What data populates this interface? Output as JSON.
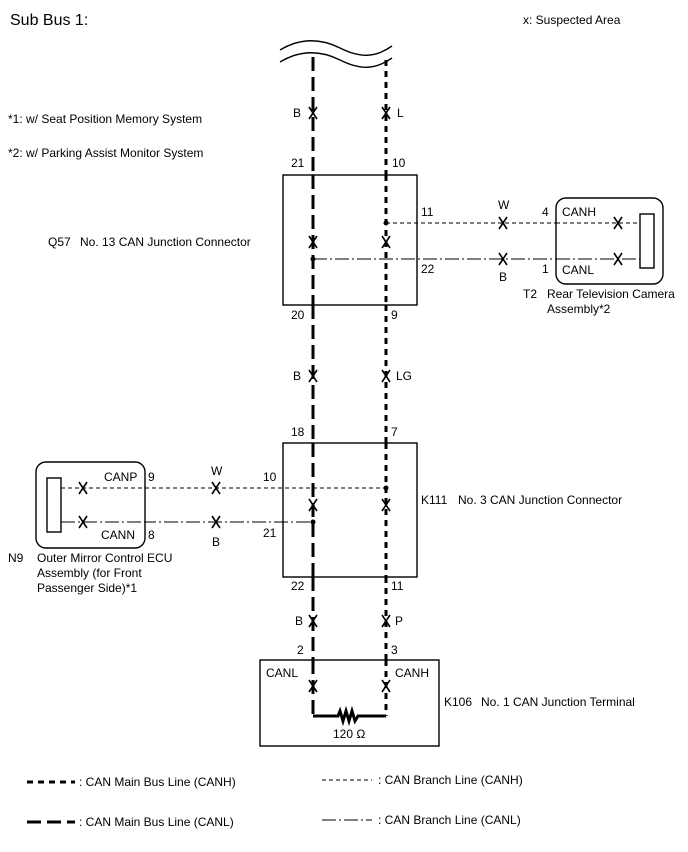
{
  "title": "Sub Bus 1:",
  "legend_suspected": "x: Suspected Area",
  "notes": {
    "n1": "*1: w/ Seat Position Memory System",
    "n2": "*2: w/ Parking Assist Monitor System"
  },
  "components": {
    "q57": {
      "code": "Q57",
      "name": "No. 13 CAN Junction Connector"
    },
    "k111": {
      "code": "K111",
      "name": "No. 3 CAN Junction Connector"
    },
    "k106": {
      "code": "K106",
      "name": "No. 1 CAN Junction Terminal",
      "resistor": "120 Ω",
      "canl": "CANL",
      "canh": "CANH"
    },
    "t2": {
      "code": "T2",
      "name_line1": "Rear Television Camera",
      "name_line2": "Assembly*2",
      "canh": "CANH",
      "canl": "CANL"
    },
    "n9": {
      "code": "N9",
      "name_line1": "Outer Mirror Control ECU",
      "name_line2": "Assembly (for Front",
      "name_line3": "Passenger Side)*1",
      "canp": "CANP",
      "cann": "CANN"
    }
  },
  "pins": {
    "q57_21": "21",
    "q57_10": "10",
    "q57_11": "11",
    "q57_22": "22",
    "q57_20": "20",
    "q57_9": "9",
    "t2_4": "4",
    "t2_1": "1",
    "k111_18": "18",
    "k111_7": "7",
    "k111_10": "10",
    "k111_21": "21",
    "k111_22": "22",
    "k111_11": "11",
    "n9_9": "9",
    "n9_8": "8",
    "k106_2": "2",
    "k106_3": "3"
  },
  "wires": {
    "top_left": "B",
    "top_right": "L",
    "mid_left": "B",
    "mid_right": "LG",
    "low_left": "B",
    "low_right": "P",
    "t2_canh": "W",
    "t2_canl": "B",
    "n9_canp": "W",
    "n9_cann": "B"
  },
  "legend": {
    "main_canh": ": CAN Main Bus Line (CANH)",
    "main_canl": ": CAN Main Bus Line (CANL)",
    "branch_canh": ": CAN Branch Line (CANH)",
    "branch_canl": ": CAN Branch Line (CANL)"
  }
}
